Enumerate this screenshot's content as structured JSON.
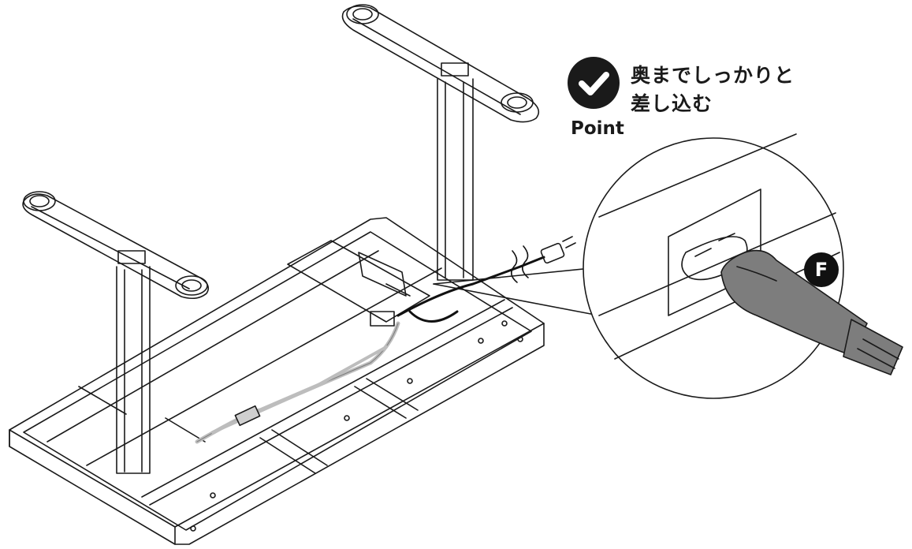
{
  "callout": {
    "icon": "checkmark-icon",
    "line1": "奥までしっかりと",
    "line2": "差し込む",
    "label": "Point"
  },
  "part_label": "F",
  "colors": {
    "line": "#1a1a1a",
    "badge": "#1a1a1a",
    "plug": "#7d7d7d",
    "cable": "#bdbdbd"
  }
}
